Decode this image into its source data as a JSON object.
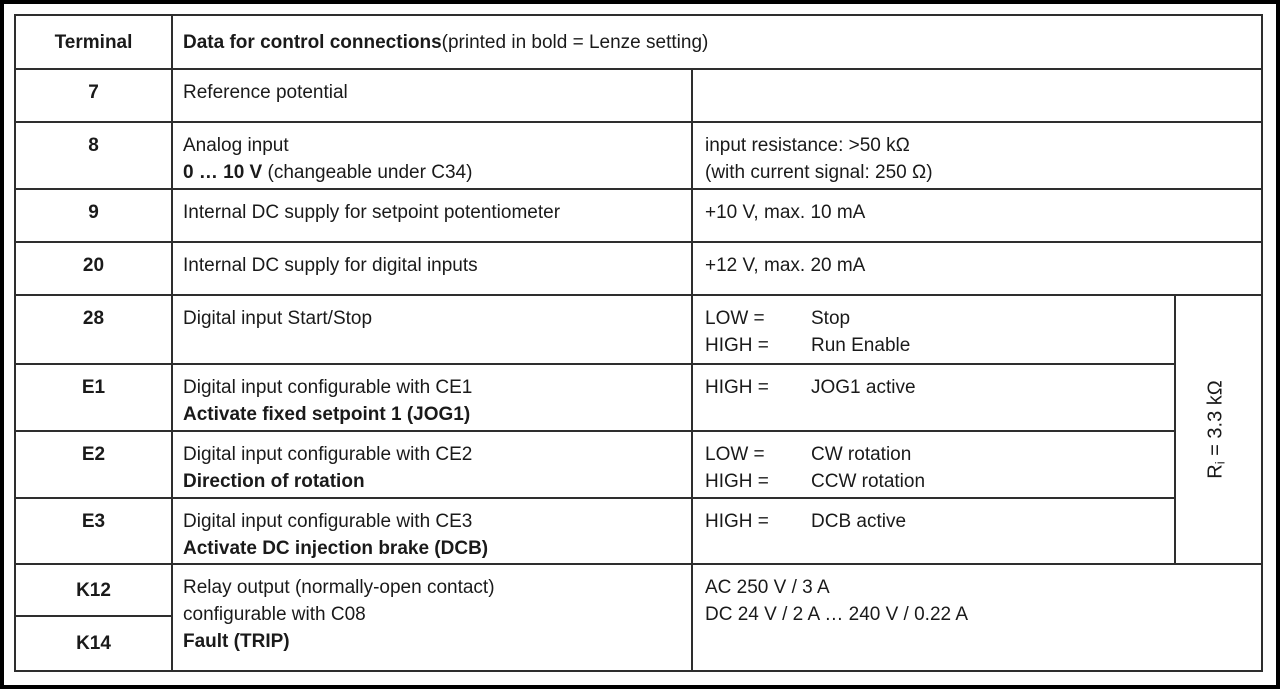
{
  "table": {
    "header": {
      "terminal": "Terminal",
      "title_bold": "Data for control connections",
      "title_rest": " (printed in bold = Lenze setting)"
    },
    "row7": {
      "terminal": "7",
      "description": "Reference potential",
      "value": ""
    },
    "row8": {
      "terminal": "8",
      "description_line1": "Analog input",
      "description_bold": "0 … 10 V",
      "description_rest": " (changeable under C34)",
      "value_line1": "input resistance: >50 kΩ",
      "value_line2": "(with current signal: 250 Ω)"
    },
    "row9": {
      "terminal": "9",
      "description": "Internal DC supply for setpoint potentiometer",
      "value": "+10 V, max. 10 mA"
    },
    "row20": {
      "terminal": "20",
      "description": "Internal DC supply for digital inputs",
      "value": "+12 V, max. 20 mA"
    },
    "row28": {
      "terminal": "28",
      "description": "Digital input Start/Stop",
      "low_label": "LOW =",
      "low_value": "Stop",
      "high_label": "HIGH =",
      "high_value": "Run Enable"
    },
    "rowE1": {
      "terminal": "E1",
      "description_line1": "Digital input configurable with CE1",
      "description_bold": "Activate fixed setpoint 1 (JOG1)",
      "high_label": "HIGH =",
      "high_value": "JOG1 active"
    },
    "rowE2": {
      "terminal": "E2",
      "description_line1": "Digital input configurable with CE2",
      "description_bold": "Direction of rotation",
      "low_label": "LOW =",
      "low_value": "CW rotation",
      "high_label": "HIGH =",
      "high_value": "CCW rotation"
    },
    "rowE3": {
      "terminal": "E3",
      "description_line1": "Digital input configurable with CE3",
      "description_bold": "Activate DC injection brake (DCB)",
      "high_label": "HIGH =",
      "high_value": "DCB active"
    },
    "rowK": {
      "terminal_1": "K12",
      "terminal_2": "K14",
      "description_line1": "Relay output (normally-open contact)",
      "description_line2": "configurable with C08",
      "description_bold": "Fault (TRIP)",
      "value_line1": "AC 250 V / 3 A",
      "value_line2": "DC 24 V / 2 A … 240 V / 0.22 A"
    },
    "ri_annotation": {
      "symbol": "R",
      "subscript": "i",
      "rest": " = 3.3 kΩ"
    }
  }
}
